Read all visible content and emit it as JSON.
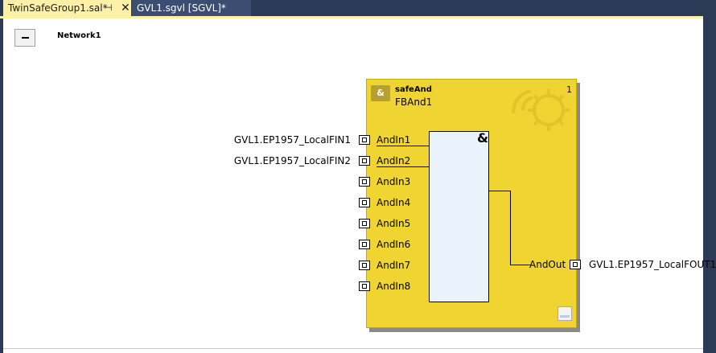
{
  "tabs": {
    "active_label": "TwinSafeGroup1.sal*",
    "pin_glyph": "⊣",
    "close_glyph": "✕",
    "inactive_label": "GVL1.sgvl [SGVL]*"
  },
  "network": {
    "title": "Network1"
  },
  "block": {
    "type": "safeAnd",
    "instance": "FBAnd1",
    "number": "1",
    "icon_text": "&",
    "operator": "&",
    "inputs": [
      "AndIn1",
      "AndIn2",
      "AndIn3",
      "AndIn4",
      "AndIn5",
      "AndIn6",
      "AndIn7",
      "AndIn8"
    ],
    "output": "AndOut"
  },
  "connections": {
    "in1": "GVL1.EP1957_LocalFIN1",
    "in2": "GVL1.EP1957_LocalFIN2",
    "out": "GVL1.EP1957_LocalFOUT1"
  },
  "colors": {
    "tab_active": "#fff0a8",
    "block_fill": "#f0d431",
    "inner_fill": "#eaf3fb",
    "chrome": "#2b3a57"
  }
}
